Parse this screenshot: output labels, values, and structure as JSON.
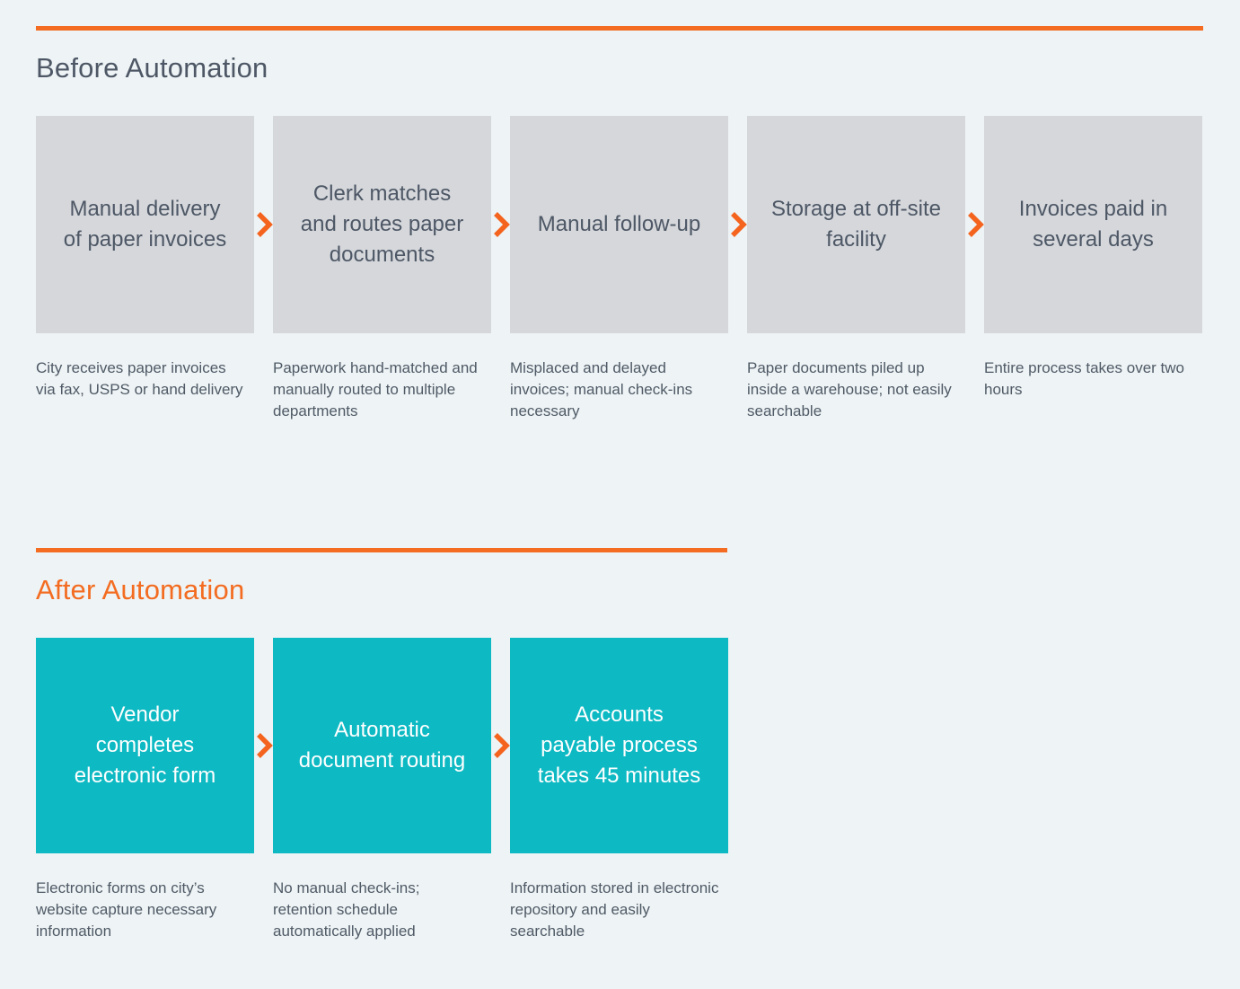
{
  "colors": {
    "background": "#EEF3F5",
    "accent_orange": "#F36C21",
    "chevron_orange": "#F4641E",
    "gray_box": "#D5D7DB",
    "teal_box": "#0DB9C3",
    "dark_text": "#4D5765",
    "teal_box_text": "#FFFFFF"
  },
  "icons": {
    "step_arrow": "chevron-right"
  },
  "before": {
    "title": "Before Automation",
    "steps": [
      {
        "label": "Manual delivery of paper invoices",
        "caption": "City receives paper invoices via fax, USPS or hand delivery"
      },
      {
        "label": "Clerk matches and routes paper documents",
        "caption": "Paperwork hand-matched and manually routed to multiple departments"
      },
      {
        "label": "Manual follow-up",
        "caption": "Misplaced and delayed invoices; manual check-ins necessary"
      },
      {
        "label": "Storage at off-site facility",
        "caption": "Paper documents piled up inside a warehouse; not easily searchable"
      },
      {
        "label": "Invoices paid in several days",
        "caption": "Entire process takes over two hours"
      }
    ]
  },
  "after": {
    "title": "After Automation",
    "steps": [
      {
        "label": "Vendor completes electronic form",
        "caption": "Electronic forms on city’s website capture necessary information"
      },
      {
        "label": "Automatic document routing",
        "caption": "No manual check-ins; retention schedule automatically applied"
      },
      {
        "label": "Accounts payable process takes 45 minutes",
        "caption": "Information stored in electronic repository and easily searchable"
      }
    ]
  }
}
